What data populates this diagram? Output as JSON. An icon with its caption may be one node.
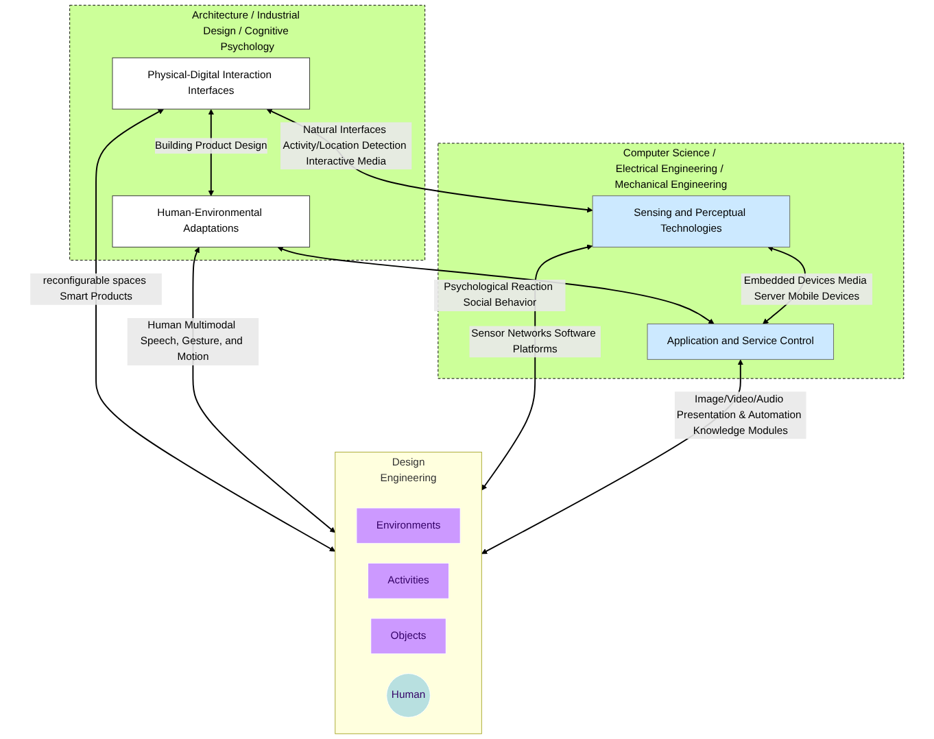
{
  "diagram": {
    "nodes": [
      {
        "text": [
          "Architecture / Industrial Design / Cognitive Psychology"
        ]
      },
      {
        "text": [
          "Physical-Digital Interaction Interfaces"
        ],
        "in": 0
      },
      {
        "text": [
          "Human-Environmental Adaptations"
        ],
        "in": 0
      },
      {
        "text": [
          "Design",
          "Engineering"
        ]
      },
      {
        "text": [
          "Environments"
        ],
        "in": 3
      },
      {
        "text": [
          "Activities"
        ],
        "in": 3
      },
      {
        "text": [
          "Objects"
        ],
        "in": 3
      },
      {
        "text": [
          "Human"
        ],
        "in": 3
      },
      {
        "text": [
          "Computer Science / Electrical Engineering / Mechanical Engineering"
        ]
      },
      {
        "text": [
          "Sensing and Perceptual Technologies"
        ],
        "in": 8
      },
      {
        "text": [
          "Application and Service Control"
        ],
        "in": 8
      }
    ],
    "edges": [
      {
        "from": 1,
        "to": 2,
        "arrow": "both",
        "label": "Building Product Design"
      },
      {
        "from": 1,
        "to": 3,
        "arrow": "both",
        "label": "reconfigurable spaces Smart Products"
      },
      {
        "from": 2,
        "to": 3,
        "arrow": "both",
        "label": "Human Multimodal Speech, Gesture, and Motion"
      },
      {
        "from": 1,
        "to": 9,
        "arrow": "both",
        "label": "Natural Interfaces Activity/Location Detection Interactive Media"
      },
      {
        "from": 2,
        "to": 10,
        "arrow": "both",
        "label": "Psychological Reaction Social Behavior"
      },
      {
        "from": 9,
        "to": 3,
        "arrow": "both",
        "label": "Sensor Networks Software Platforms"
      },
      {
        "from": 10,
        "to": 3,
        "arrow": "both",
        "label": "Image/Video/Audio Presentation & Automation Knowledge Modules"
      },
      {
        "from": 9,
        "to": 10,
        "arrow": "both",
        "label": "Embedded Devices Media Server Mobile Devices"
      }
    ]
  }
}
